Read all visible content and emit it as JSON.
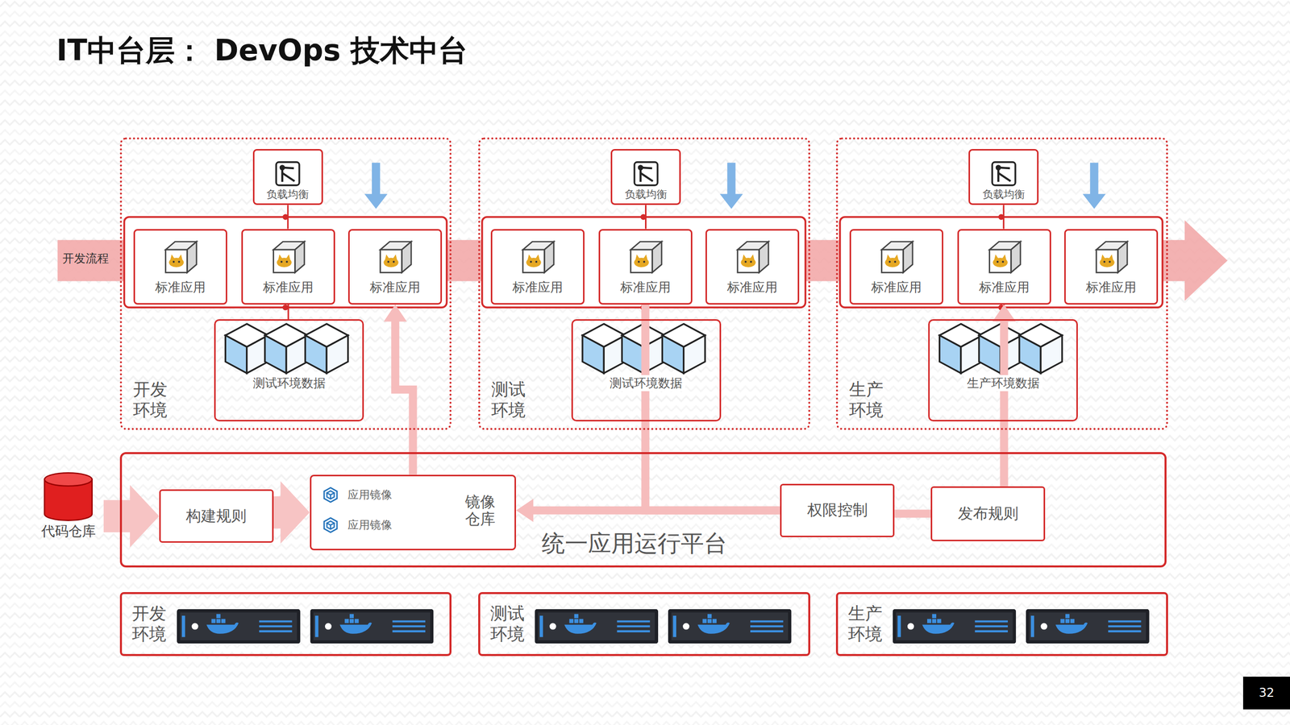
{
  "diagram": {
    "title": "IT中台层： DevOps 技术中台",
    "nodes": [
      {
        "text": [
          "开发 环境"
        ]
      },
      {
        "text": [
          "负载均衡"
        ],
        "in": 0
      },
      {
        "text": [
          "标准应用"
        ],
        "in": 0
      },
      {
        "text": [
          "标准应用"
        ],
        "in": 0
      },
      {
        "text": [
          "标准应用"
        ],
        "in": 0
      },
      {
        "text": [
          "测试环境数据"
        ],
        "in": 0
      },
      {
        "text": [
          "测试 环境"
        ]
      },
      {
        "text": [
          "负载均衡"
        ],
        "in": 6
      },
      {
        "text": [
          "标准应用"
        ],
        "in": 6
      },
      {
        "text": [
          "标准应用"
        ],
        "in": 6
      },
      {
        "text": [
          "标准应用"
        ],
        "in": 6
      },
      {
        "text": [
          "测试环境数据"
        ],
        "in": 6
      },
      {
        "text": [
          "生产 环境"
        ]
      },
      {
        "text": [
          "负载均衡"
        ],
        "in": 12
      },
      {
        "text": [
          "标准应用"
        ],
        "in": 12
      },
      {
        "text": [
          "标准应用"
        ],
        "in": 12
      },
      {
        "text": [
          "标准应用"
        ],
        "in": 12
      },
      {
        "text": [
          "生产环境数据"
        ],
        "in": 12
      },
      {
        "text": [
          "代码仓库"
        ]
      },
      {
        "text": [
          "统一应用运行平台"
        ]
      },
      {
        "text": [
          "构建规则"
        ],
        "in": 19
      },
      {
        "text": [
          "镜像 仓库"
        ],
        "in": 19
      },
      {
        "text": [
          "权限控制"
        ],
        "in": 19
      },
      {
        "text": [
          "发布规则"
        ],
        "in": 19
      },
      {
        "text": [
          "开发 环境"
        ]
      },
      {
        "text": [
          "测试 环境"
        ]
      },
      {
        "text": [
          "生产 环境"
        ]
      }
    ],
    "edges": [
      {
        "from": 1,
        "to": 3,
        "arrow": "none"
      },
      {
        "from": 3,
        "to": 5,
        "arrow": "none"
      },
      {
        "from": 7,
        "to": 9,
        "arrow": "none"
      },
      {
        "from": 9,
        "to": 11,
        "arrow": "none"
      },
      {
        "from": 13,
        "to": 15,
        "arrow": "none"
      },
      {
        "from": 15,
        "to": 17,
        "arrow": "none"
      },
      {
        "from": 18,
        "to": 20,
        "arrow": "to"
      },
      {
        "from": 20,
        "to": 21,
        "arrow": "to"
      },
      {
        "from": 21,
        "to": 4,
        "arrow": "to"
      },
      {
        "from": 22,
        "to": 21,
        "arrow": "to"
      },
      {
        "from": 22,
        "to": 9,
        "arrow": "none"
      },
      {
        "from": 23,
        "to": 22,
        "arrow": "none"
      },
      {
        "from": 23,
        "to": 15,
        "arrow": "to"
      }
    ],
    "labels": [
      "开发流程",
      "应用镜像",
      "应用镜像",
      "32"
    ]
  }
}
